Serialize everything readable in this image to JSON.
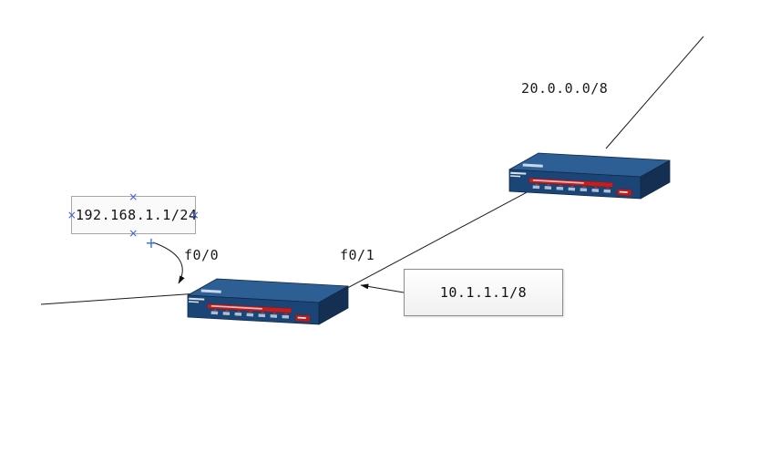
{
  "colors": {
    "background": "#ffffff",
    "line": "#1a1a1a",
    "text": "#1a1a1a",
    "handle": "#3b5bd6",
    "router_top": "#2d5f95",
    "router_front": "#1c4577",
    "router_side": "#142f52",
    "router_outline": "#0f2a49",
    "router_stripe": "#c41e1e",
    "router_port": "#a6bfda"
  },
  "network_label": {
    "text": "20.0.0.0/8"
  },
  "interfaces": {
    "f00": "f0/0",
    "f01": "f0/1"
  },
  "textboxes": {
    "lan": {
      "text": "192.168.1.1/24"
    },
    "wan": {
      "text": "10.1.1.1/8"
    }
  },
  "selection": {
    "x": "×",
    "plus": "+"
  },
  "devices": {
    "left": "router",
    "right": "router"
  }
}
